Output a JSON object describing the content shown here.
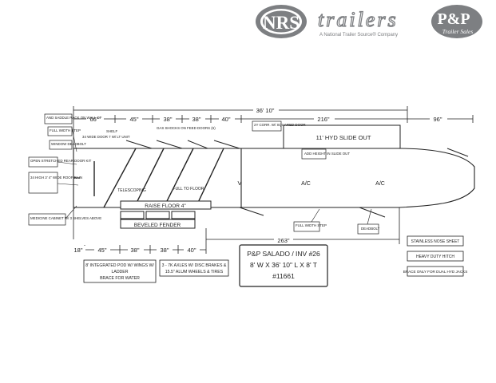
{
  "header": {
    "nrs_logo": "NRS",
    "trailers_word": "trailers",
    "tagline": "A National Trailer Source® Company",
    "pp_logo": "P&P",
    "pp_sub": "Trailer Sales"
  },
  "colors": {
    "logo_gray": "#7d7f82",
    "line": "#222222",
    "paper": "#ffffff"
  },
  "dimensions": {
    "top": [
      "66\"",
      "45\"",
      "38\"",
      "38\"",
      "40\"",
      "216\"",
      "96\""
    ],
    "overall": "36' 10\"",
    "bottom": [
      "18\"",
      "45\"",
      "38\"",
      "38\"",
      "40\""
    ],
    "lower_right": "263\""
  },
  "callouts": {
    "saddle": "AND SADDLE RACK ON WALL OF",
    "full_width_step": "FULL WIDTH STEP",
    "window_deadbolt": "WINDOW DEADBOLT",
    "shelf": "SHELF",
    "drop_down_note": "34 WIDE DOOR 7 W/ LT UNIT",
    "gas_shocks": "GAS SHOCKS ON FEED DOORS (6)",
    "corr_door": "2Y CORR. W/ SQUARED DOOR",
    "slide_out": "11' HYD SLIDE OUT",
    "add_height": "ADD HEIGHT IN SLIDE OUT",
    "open_stretched": "OPEN STRETCHED REAR DOOR KIT",
    "recessed": "34 HIGH 3' 4\" WIDE ROOF RAIN",
    "medicine": "MEDICINE CABINET W/ 3 SHELVES ABOVE",
    "telescoping": "TELESCOPING",
    "full_to_floor": "FULL TO FLOOR",
    "v_mark": "V",
    "ac1": "A/C",
    "ac2": "A/C",
    "raise_floor": "RAISE FLOOR 4\"",
    "beveled_fender": "BEVELED FENDER",
    "full_width_step2": "FULL WIDTH STEP",
    "deadbolt": "DEADBOLT",
    "stainless_nose": "STAINLESS NOSE SHEET",
    "heavy_hitch": "HEAVY DUTY HITCH",
    "brace_only": "BRACE ONLY FOR DUAL HYD JACKS"
  },
  "notes": {
    "pod": [
      "8' INTEGRATED POD W/ WINGS W/",
      "LADDER",
      "BRACE FOR WATER"
    ],
    "axles": [
      "3 - 7K AXLES W/ DISC BRAKES &",
      "15.5\" ALUM WHEELS & TIRES"
    ]
  },
  "title_box": {
    "line1": "P&P SALADO / INV #26",
    "line2": "8' W X 36' 10\" L X 8' T",
    "line3": "#11661"
  }
}
